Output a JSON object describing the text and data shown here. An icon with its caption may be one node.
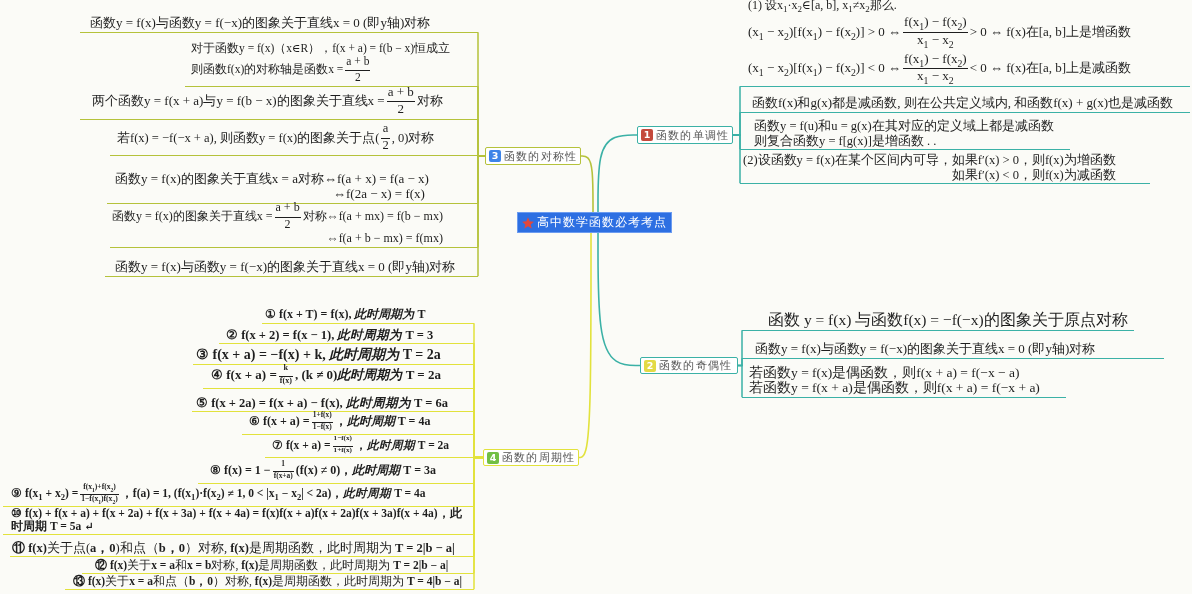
{
  "diagram": {
    "nodes": [
      {
        "text": [
          "高中数学函数必考考点"
        ]
      },
      {
        "text": [
          "1",
          "函数的单调性"
        ]
      },
      {
        "text": [
          "2",
          "函数的奇偶性"
        ]
      },
      {
        "text": [
          "3",
          "函数的对称性"
        ]
      },
      {
        "text": [
          "4",
          "函数的周期性"
        ]
      },
      {
        "text": [
          "(1) 设x$_{1}$·x$_{2}$∈[a, b], x$_{1}$≠x$_{2}$那么.",
          "(x$_{1}$ − x$_{2}$)[f(x$_{1}$) − f(x$_{2}$)] > 0 ⇔",
          "f(x$_{1}$) − f(x$_{2}$)",
          "x$_{1}$ − x$_{2}$",
          "> 0 ⇔ f(x)在[a, b]上是增函数",
          "(x$_{1}$ − x$_{2}$)[f(x$_{1}$) − f(x$_{2}$)] < 0 ⇔",
          "f(x$_{1}$) − f(x$_{2}$)",
          "x$_{1}$ − x$_{2}$",
          "< 0 ⇔ f(x)在[a, b]上是减函数"
        ]
      },
      {
        "text": [
          "函数f(x)和g(x)都是减函数, 则在公共定义域内, 和函数f(x) + g(x)也是减函数"
        ]
      },
      {
        "text": [
          "函数y = f(u)和u = g(x)在其对应的定义域上都是减函数",
          "则复合函数y = f[g(x)]是增函数 . ."
        ]
      },
      {
        "text": [
          "(2)设函数y = f(x)在某个区间内可导，如果f′(x) > 0，则f(x)为增函数",
          "如果f′(x) < 0，则f(x)为减函数"
        ]
      },
      {
        "text": [
          "函数 y = f(x) 与函数f(x) = −f(−x)的图象关于原点对称"
        ]
      },
      {
        "text": [
          "函数y = f(x)与函数y = f(−x)的图象关于直线x = 0 (即y轴)对称"
        ]
      },
      {
        "text": [
          "若函数y = f(x)是偶函数，则f(x + a) = f(−x − a)",
          "若函数y = f(x + a)是偶函数，则f(x + a) = f(−x + a)"
        ]
      },
      {
        "text": [
          "函数y = f(x)与函数y = f(−x)的图象关于直线x = 0 (即y轴)对称"
        ]
      },
      {
        "text": [
          "对于函数y = f(x)（x∈R），f(x + a) = f(b − x)恒成立",
          "则函数f(x)的对称轴是函数x =",
          "a + b",
          "2"
        ]
      },
      {
        "text": [
          "两个函数y = f(x + a)与y = f(b − x)的图象关于直线x =",
          "a + b",
          "2",
          "对称"
        ]
      },
      {
        "text": [
          "若f(x) = −f(−x + a), 则函数y = f(x)的图象关于点(",
          "a",
          "2",
          ", 0)对称"
        ]
      },
      {
        "text": [
          "函数y = f(x)的图象关于直线x = a对称⇔f(a + x) = f(a − x)",
          "⇔f(2a − x) = f(x)"
        ]
      },
      {
        "text": [
          "函数y = f(x)的图象关于直线x =",
          "a + b",
          "2",
          "对称⇔f(a + mx) = f(b − mx)",
          "⇔f(a + b − mx) = f(mx)"
        ]
      },
      {
        "text": [
          "函数y = f(x)与函数y = f(−x)的图象关于直线x = 0 (即y轴)对称"
        ]
      },
      {
        "text": [
          "① f(x + T) = f(x), *此时周期为* T"
        ]
      },
      {
        "text": [
          "② f(x + 2) = f(x − 1), *此时周期为* T = 3"
        ]
      },
      {
        "text": [
          "③ f(x + a) = −f(x) + k, *此时周期为* T = 2a"
        ]
      },
      {
        "text": [
          "④ f(x + a) =",
          "k",
          "f(x)",
          ", (k ≠ 0)*此时周期为* T = 2a"
        ]
      },
      {
        "text": [
          "⑤ f(x + 2a) = f(x + a) − f(x), *此时周期为* T = 6a"
        ]
      },
      {
        "text": [
          "⑥ f(x + a) =",
          "1+f(x)",
          "1−f(x)",
          "，*此时周期* T = 4a"
        ]
      },
      {
        "text": [
          "⑦ f(x + a) =",
          "1−f(x)",
          "1+f(x)",
          "，*此时周期* T = 2a"
        ]
      },
      {
        "text": [
          "⑧ f(x) = 1 −",
          "1",
          "f(x+a)",
          "(f(x) ≠ 0)，*此时周期* T = 3a"
        ]
      },
      {
        "text": [
          "⑨ f(x$_{1}$ + x$_{2}$) =",
          "f(x$_{1}$)+f(x$_{2}$)",
          "1−f(x$_{1}$)f(x$_{2}$)",
          "，f(a) = 1, (f(x$_{1}$)·f(x$_{2}$) ≠ 1, 0 < |x$_{1}$ − x$_{2}$| < 2a)，*此时周期* T = 4a"
        ]
      },
      {
        "text": [
          "⑩ f(x) + f(x + a) + f(x + 2a) + f(x + 3a) + f(x + 4a) = f(x)f(x + a)f(x + 2a)f(x + 3a)f(x + 4a)，此时周期 T = 5a ↵"
        ]
      },
      {
        "text": [
          "**⑪ f(x)**关于点(**a，0**)和点（**b，0**）对称, **f(x)**是周期函数，此时周期为 **T = 2|b − a|**"
        ]
      },
      {
        "text": [
          "**⑫ f(x)**关于**x = a**和**x = b**对称, **f(x)**是周期函数，此时周期为 **T = 2|b − a|**"
        ]
      },
      {
        "text": [
          "**⑬ f(x)**关于**x = a**和点（**b，0**）对称, **f(x)**是周期函数，此时周期为 **T = 4|b − a|**"
        ]
      }
    ],
    "edges": [
      {
        "from": 0,
        "to": 1,
        "arrow": "none",
        "color": "#3bb1a6"
      },
      {
        "from": 0,
        "to": 2,
        "arrow": "none",
        "color": "#3bb1a6"
      },
      {
        "from": 0,
        "to": 3,
        "arrow": "none",
        "color": "#b5c23b"
      },
      {
        "from": 0,
        "to": 4,
        "arrow": "none"
      },
      {
        "from": 1,
        "to": 5,
        "arrow": "none",
        "color": "#3bb1a6"
      },
      {
        "from": 1,
        "to": 6,
        "arrow": "none",
        "color": "#3bb1a6"
      },
      {
        "from": 1,
        "to": 7,
        "arrow": "none",
        "color": "#3bb1a6"
      },
      {
        "from": 1,
        "to": 8,
        "arrow": "none",
        "color": "#3bb1a6"
      },
      {
        "from": 2,
        "to": 9,
        "arrow": "none",
        "color": "#3bb1a6"
      },
      {
        "from": 2,
        "to": 10,
        "arrow": "none",
        "color": "#3bb1a6"
      },
      {
        "from": 2,
        "to": 11,
        "arrow": "none",
        "color": "#3bb1a6"
      },
      {
        "from": 3,
        "to": 12,
        "arrow": "none",
        "color": "#b5c23b"
      },
      {
        "from": 3,
        "to": 13,
        "arrow": "none",
        "color": "#b5c23b"
      },
      {
        "from": 3,
        "to": 14,
        "arrow": "none",
        "color": "#b5c23b"
      },
      {
        "from": 3,
        "to": 15,
        "arrow": "none",
        "color": "#b5c23b"
      },
      {
        "from": 3,
        "to": 16,
        "arrow": "none",
        "color": "#b5c23b"
      },
      {
        "from": 3,
        "to": 17,
        "arrow": "none",
        "color": "#b5c23b"
      },
      {
        "from": 3,
        "to": 18,
        "arrow": "none",
        "color": "#b5c23b"
      },
      {
        "from": 4,
        "to": 19,
        "arrow": "none"
      },
      {
        "from": 4,
        "to": 20,
        "arrow": "none"
      },
      {
        "from": 4,
        "to": 21,
        "arrow": "none"
      },
      {
        "from": 4,
        "to": 22,
        "arrow": "none"
      },
      {
        "from": 4,
        "to": 23,
        "arrow": "none"
      },
      {
        "from": 4,
        "to": 24,
        "arrow": "none"
      },
      {
        "from": 4,
        "to": 25,
        "arrow": "none"
      },
      {
        "from": 4,
        "to": 26,
        "arrow": "none"
      },
      {
        "from": 4,
        "to": 27,
        "arrow": "none"
      },
      {
        "from": 4,
        "to": 28,
        "arrow": "none"
      },
      {
        "from": 4,
        "to": 29,
        "arrow": "none"
      },
      {
        "from": 4,
        "to": 30,
        "arrow": "none"
      },
      {
        "from": 4,
        "to": 31,
        "arrow": "none"
      }
    ]
  }
}
